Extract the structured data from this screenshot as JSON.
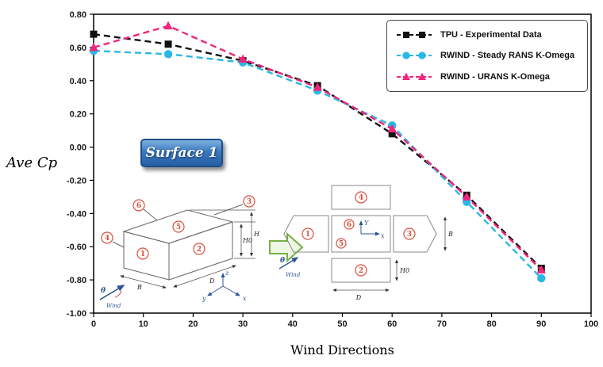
{
  "axes": {
    "ylabel": "Ave Cp",
    "xlabel": "Wind Directions"
  },
  "surface_badge": {
    "label": "Surface 1"
  },
  "chart_data": {
    "type": "line",
    "x": [
      0,
      15,
      30,
      45,
      60,
      75,
      90
    ],
    "series": [
      {
        "name": "TPU - Experimental Data",
        "color": "#111111",
        "marker": "square",
        "linestyle": "dashed",
        "values": [
          0.68,
          0.62,
          0.52,
          0.37,
          0.08,
          -0.29,
          -0.73
        ]
      },
      {
        "name": "RWIND - Steady RANS K-Omega",
        "color": "#29b8e5",
        "marker": "circle",
        "linestyle": "dashed",
        "values": [
          0.58,
          0.56,
          0.51,
          0.34,
          0.13,
          -0.33,
          -0.79
        ]
      },
      {
        "name": "RWIND - URANS K-Omega",
        "color": "#f1267c",
        "marker": "triangle",
        "linestyle": "dashed",
        "values": [
          0.6,
          0.73,
          0.53,
          0.36,
          0.11,
          -0.3,
          -0.74
        ]
      }
    ],
    "title": "",
    "xlabel": "Wind Directions",
    "ylabel": "Ave Cp",
    "xlim": [
      0,
      100
    ],
    "ylim": [
      -1.0,
      0.8
    ],
    "xticks": [
      0,
      10,
      20,
      30,
      40,
      50,
      60,
      70,
      80,
      90,
      100
    ],
    "yticks": [
      0.8,
      0.6,
      0.4,
      0.2,
      0,
      -0.2,
      -0.4,
      -0.6,
      -0.8,
      -1
    ],
    "grid": false,
    "legend_position": "top-right"
  },
  "diagram": {
    "surfaces": {
      "s1": "1",
      "s2": "2",
      "s3": "3",
      "s4": "4",
      "s5": "5",
      "s6": "6"
    },
    "dims": {
      "B": "B",
      "D": "D",
      "H": "H",
      "H0": "H0"
    },
    "axes": {
      "x": "x",
      "y": "y",
      "z": "z",
      "Y": "Y"
    },
    "wind": {
      "label": "Wind",
      "theta": "θ"
    }
  }
}
